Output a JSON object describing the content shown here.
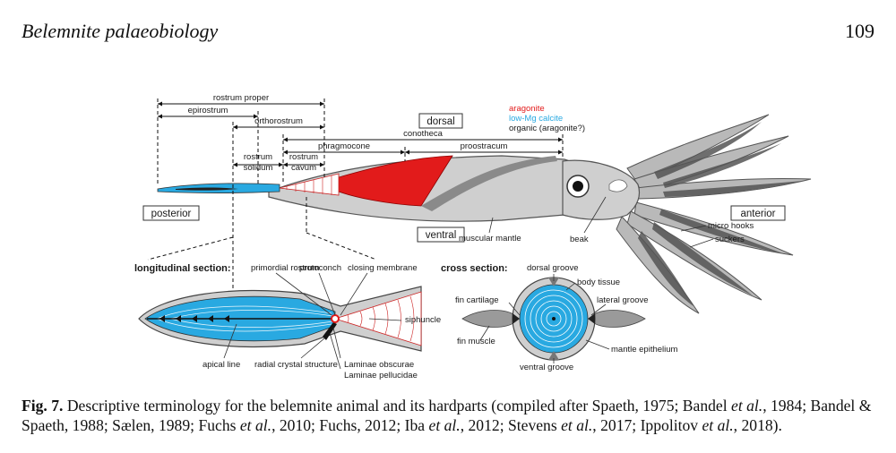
{
  "header": {
    "running_title": "Belemnite palaeobiology",
    "page_number": "109"
  },
  "figure": {
    "top_labels": {
      "rostrum_proper": "rostrum proper",
      "epirostrum": "epirostrum",
      "orthorostrum": "orthorostrum",
      "conotheca": "conotheca",
      "rostrum_solidum_1": "rostrum",
      "rostrum_solidum_2": "solidum",
      "rostrum_cavum_1": "rostrum",
      "rostrum_cavum_2": "cavum",
      "phragmocone": "phragmocone",
      "proostracum": "proostracum"
    },
    "orientation": {
      "dorsal": "dorsal",
      "ventral": "ventral",
      "posterior": "posterior",
      "anterior": "anterior"
    },
    "legend": {
      "aragonite": "aragonite",
      "low_mg_calcite": "low-Mg calcite",
      "organic": "organic (aragonite?)"
    },
    "legend_colors": {
      "aragonite": "#e21b1b",
      "low_mg_calcite": "#29a9e1",
      "organic": "#222222"
    },
    "body_labels": {
      "muscular_mantle": "muscular mantle",
      "beak": "beak",
      "micro_hooks": "micro hooks",
      "suckers": "suckers"
    },
    "longitudinal": {
      "title": "longitudinal section:",
      "primordial_rostrum": "primordial rostrum",
      "protoconch": "protoconch",
      "closing_membrane": "closing membrane",
      "siphuncle": "siphuncle",
      "apical_line": "apical line",
      "radial_crystal_structure": "radial crystal structure",
      "laminae_obscurae": "Laminae obscurae",
      "laminae_pellucidae": "Laminae pellucidae"
    },
    "cross": {
      "title": "cross section:",
      "dorsal_groove": "dorsal groove",
      "body_tissue": "body tissue",
      "fin_cartilage": "fin cartilage",
      "lateral_groove": "lateral groove",
      "fin_muscle": "fin muscle",
      "mantle_epithelium": "mantle epithelium",
      "ventral_groove": "ventral groove"
    }
  },
  "caption": {
    "label": "Fig. 7.",
    "parts": [
      {
        "t": "Descriptive terminology for the belemnite animal and its hardparts (compiled after Spaeth, 1975; Bandel ",
        "i": false
      },
      {
        "t": "et al.",
        "i": true
      },
      {
        "t": ", 1984; Bandel & Spaeth, 1988; Sælen, 1989; Fuchs ",
        "i": false
      },
      {
        "t": "et al.",
        "i": true
      },
      {
        "t": ", 2010; Fuchs, 2012; Iba ",
        "i": false
      },
      {
        "t": "et al.",
        "i": true
      },
      {
        "t": ", 2012; Stevens ",
        "i": false
      },
      {
        "t": "et al.",
        "i": true
      },
      {
        "t": ", 2017; Ippolitov ",
        "i": false
      },
      {
        "t": "et al.",
        "i": true
      },
      {
        "t": ", 2018).",
        "i": false
      }
    ]
  }
}
